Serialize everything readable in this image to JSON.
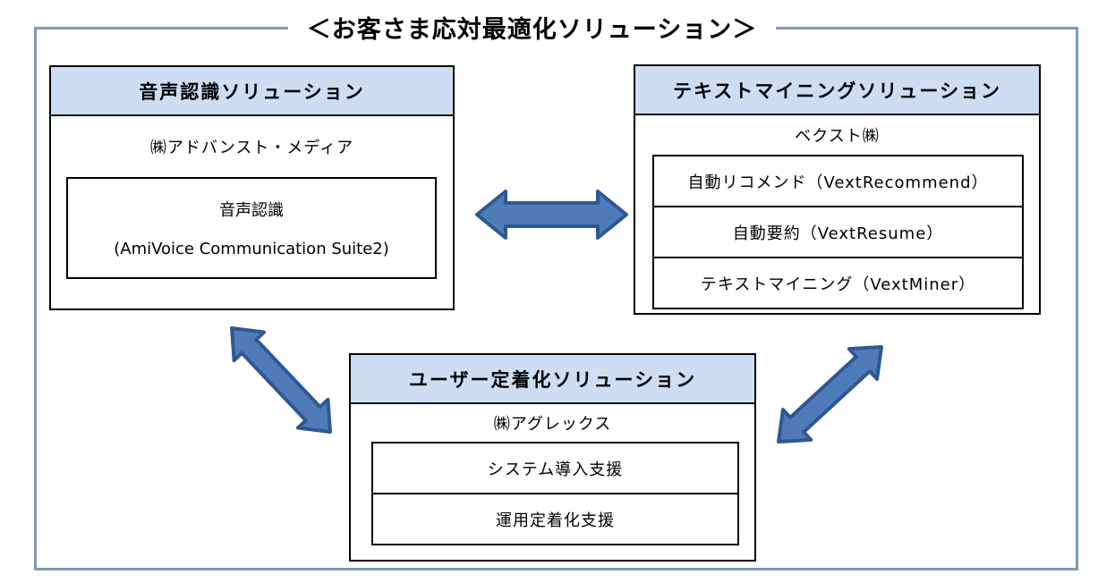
{
  "title": "＜お客さま応対最適化ソリューション＞",
  "colors": {
    "outer_border": "#7d9abc",
    "box_header_fill": "#cdddf2",
    "box_border": "#000000",
    "arrow_fill": "#4f7cb8",
    "arrow_stroke": "#2e5894",
    "text": "#000000",
    "background": "#ffffff"
  },
  "boxes": {
    "voice": {
      "header": "音声認識ソリューション",
      "company": "㈱アドバンスト・メディア",
      "product_name": "音声認識",
      "product_detail": "(AmiVoice Communication Suite2)"
    },
    "text_mining": {
      "header": "テキストマイニングソリューション",
      "company": "ベクスト㈱",
      "items": [
        "自動リコメンド（VextRecommend）",
        "自動要約（VextResume）",
        "テキストマイニング（VextMiner）"
      ]
    },
    "user_adoption": {
      "header": "ユーザー定着化ソリューション",
      "company": "㈱アグレックス",
      "items": [
        "システム導入支援",
        "運用定着化支援"
      ]
    }
  }
}
